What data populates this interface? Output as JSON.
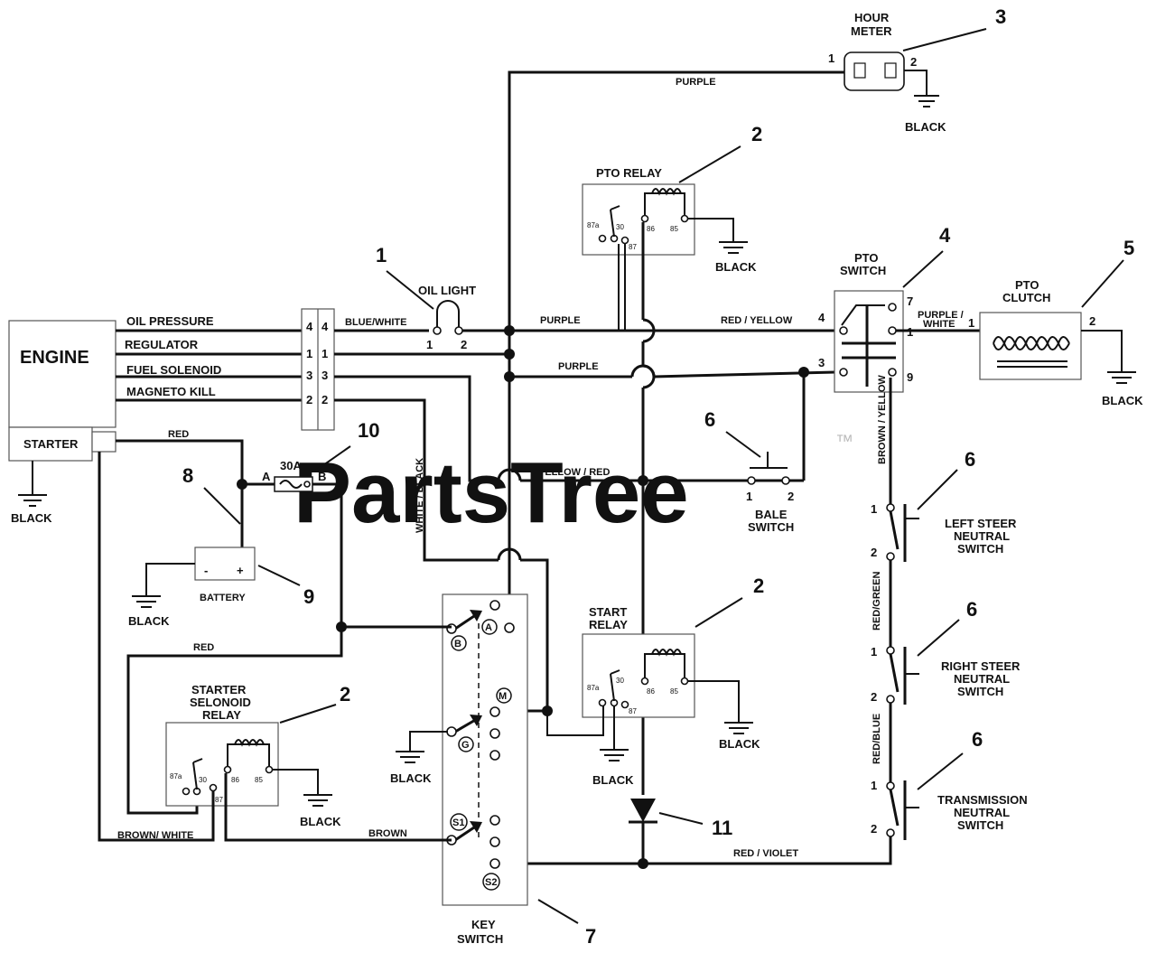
{
  "watermark": "PartsTree",
  "trademark": "™",
  "callouts": {
    "n1": "1",
    "n2a": "2",
    "n2b": "2",
    "n2c": "2",
    "n3": "3",
    "n4": "4",
    "n5": "5",
    "n6a": "6",
    "n6b": "6",
    "n6c": "6",
    "n6d": "6",
    "n7": "7",
    "n8": "8",
    "n9": "9",
    "n10": "10",
    "n11": "11"
  },
  "components": {
    "engine": "ENGINE",
    "starter": "STARTER",
    "hour_meter": [
      "HOUR",
      "METER"
    ],
    "pto_relay": "PTO RELAY",
    "oil_light": "OIL LIGHT",
    "pto_switch": [
      "PTO",
      "SWITCH"
    ],
    "pto_clutch": [
      "PTO",
      "CLUTCH"
    ],
    "bale_switch": [
      "BALE",
      "SWITCH"
    ],
    "battery": "BATTERY",
    "fuse": "30A",
    "left_steer": [
      "LEFT STEER",
      "NEUTRAL",
      "SWITCH"
    ],
    "right_steer": [
      "RIGHT STEER",
      "NEUTRAL",
      "SWITCH"
    ],
    "transmission": [
      "TRANSMISSION",
      "NEUTRAL",
      "SWITCH"
    ],
    "start_relay": [
      "START",
      "RELAY"
    ],
    "starter_relay": [
      "STARTER",
      "SELONOID",
      "RELAY"
    ],
    "key_switch": [
      "KEY",
      "SWITCH"
    ]
  },
  "engine_outputs": [
    "OIL PRESSURE",
    "REGULATOR",
    "FUEL SOLENOID",
    "MAGNETO KILL"
  ],
  "connector_pins": [
    "4",
    "1",
    "3",
    "2"
  ],
  "wire_labels": {
    "purple_top": "PURPLE",
    "blue_white": "BLUE/WHITE",
    "purple_mid": "PURPLE",
    "red_yellow": "RED / YELLOW",
    "purple_low": "PURPLE",
    "purple_white": [
      "PURPLE /",
      "WHITE"
    ],
    "yellow_red": "YELLOW / RED",
    "white_black": "WHITE / BLACK",
    "brown_yellow": "BROWN / YELLOW",
    "red_green": "RED/GREEN",
    "red_blue": "RED/BLUE",
    "red_starter": "RED",
    "red_low": "RED",
    "brown_white": "BROWN/ WHITE",
    "brown": "BROWN",
    "red_violet": "RED / VIOLET"
  },
  "grounds": {
    "hour_meter": "BLACK",
    "pto_relay": "BLACK",
    "pto_clutch": "BLACK",
    "starter": "BLACK",
    "battery": "BLACK",
    "key_g": "BLACK",
    "start_relay_87": "BLACK",
    "start_relay_85": "BLACK",
    "starter_relay": "BLACK"
  },
  "pins": {
    "p1": "1",
    "p2": "2",
    "p3": "3",
    "p4": "4",
    "p7": "7",
    "p9": "9",
    "a": "A",
    "b": "B",
    "minus": "-",
    "plus": "+",
    "r87a": "87a",
    "r30": "30",
    "r87": "87",
    "r86": "86",
    "r85": "85"
  },
  "key_terminals": [
    "A",
    "B",
    "M",
    "G",
    "S1",
    "S2"
  ]
}
